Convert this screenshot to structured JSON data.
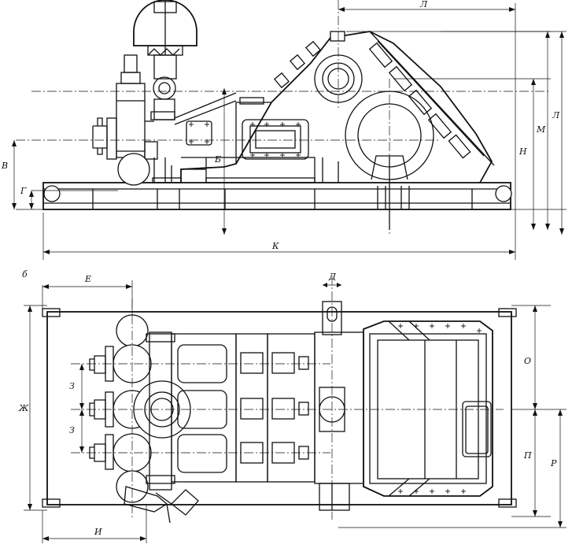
{
  "view_labels": {
    "view_b": "б"
  },
  "side_view_dims": {
    "L_top": "Л",
    "L_right": "Л",
    "M": "М",
    "N": "Н",
    "B_pump": "Б",
    "V": "В",
    "G": "Г",
    "K": "К"
  },
  "plan_view_dims": {
    "E": "Е",
    "D": "Д",
    "Zh": "Ж",
    "Z_upper": "З",
    "Z_lower": "З",
    "O": "О",
    "P": "П",
    "R": "Р",
    "I": "И"
  }
}
